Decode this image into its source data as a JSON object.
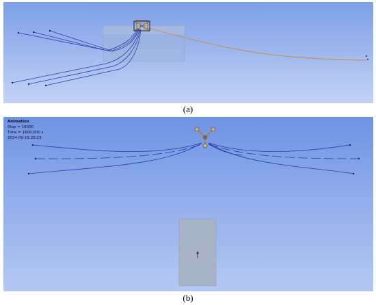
{
  "panel_a": {
    "caption": "(a)"
  },
  "panel_b": {
    "caption": "(b)",
    "overlay": {
      "title": "Animation",
      "step": "Step =   16000",
      "time": "Time =   1600.000  s",
      "date": "2024-09-19 20:23"
    }
  },
  "colors": {
    "mooring_line": "#2a3bb0",
    "umbilical": "#c88a3a",
    "bg_top": "#7d9fe6",
    "bg_bottom": "#c3d3f4"
  }
}
